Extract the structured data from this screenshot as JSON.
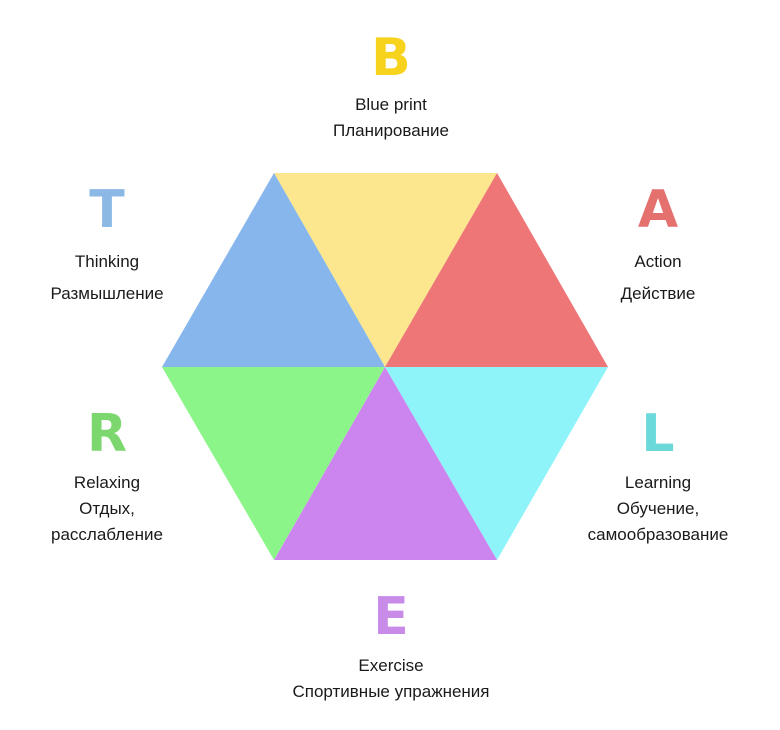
{
  "segments": [
    {
      "key": "B",
      "color": "#F7D31E",
      "title": "Blue print",
      "subtitle": "Планирование",
      "fill": "#FCE68E"
    },
    {
      "key": "A",
      "color": "#E5716F",
      "title": "Action",
      "subtitle": "Действие",
      "fill": "#EE7677"
    },
    {
      "key": "L",
      "color": "#6BD9D9",
      "title": "Learning",
      "subtitle": "Обучение,",
      "subtitle2": "самообразование",
      "fill": "#8FF4FA"
    },
    {
      "key": "E",
      "color": "#C98BE8",
      "title": "Exercise",
      "subtitle": "Спортивные упражнения",
      "fill": "#CC85EE"
    },
    {
      "key": "R",
      "color": "#7CD86E",
      "title": "Relaxing",
      "subtitle": "Отдых,",
      "subtitle2": "расслабление",
      "fill": "#8CF58A"
    },
    {
      "key": "T",
      "color": "#8CB8E6",
      "title": "Thinking",
      "subtitle": "Размышление",
      "fill": "#86B6EC"
    }
  ]
}
